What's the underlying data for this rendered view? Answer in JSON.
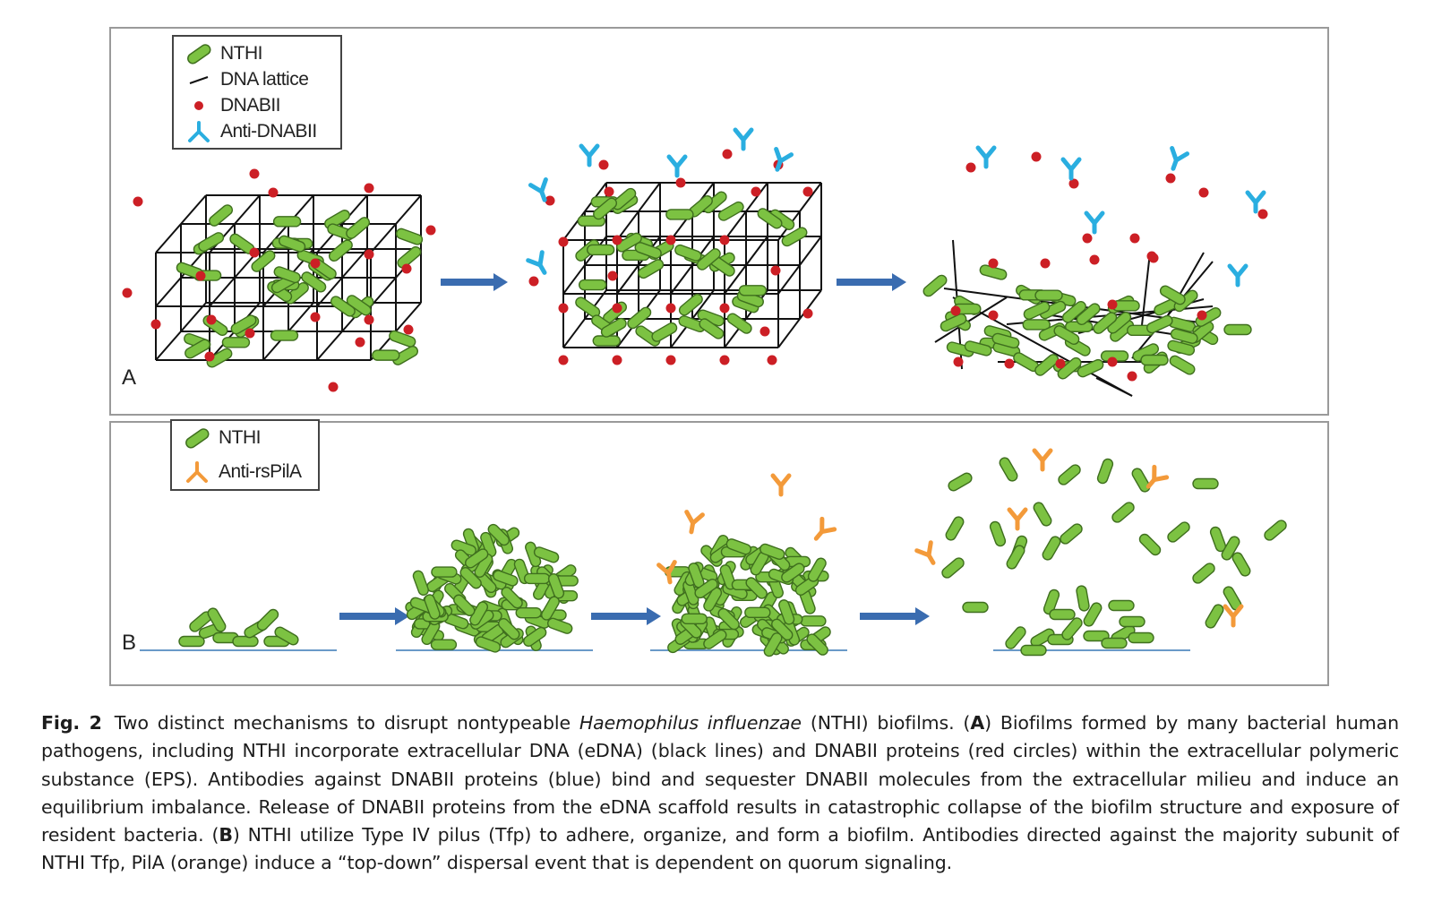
{
  "panel_a": {
    "letter": "A",
    "legend": [
      {
        "icon": "green-bacterium-icon",
        "label": "NTHI"
      },
      {
        "icon": "dna-line-icon",
        "label": "DNA lattice"
      },
      {
        "icon": "red-dot-icon",
        "label": "DNABII"
      },
      {
        "icon": "blue-antibody-icon",
        "label": "Anti-DNABII"
      }
    ]
  },
  "panel_b": {
    "letter": "B",
    "legend": [
      {
        "icon": "green-bacterium-icon",
        "label": "NTHI"
      },
      {
        "icon": "orange-antibody-icon",
        "label": "Anti-rsPilA"
      }
    ]
  },
  "colors": {
    "bacterium": "#7cc242",
    "bacterium_outline": "#3f6f1e",
    "dnabii": "#cc1f25",
    "anti_dnabii": "#2aaee0",
    "anti_rspila": "#f39a3a",
    "arrow": "#3a6cb0",
    "surface": "#6a9ac8"
  },
  "caption": {
    "fig_label": "Fig. 2",
    "p1": "Two distinct mechanisms to disrupt nontypeable ",
    "species": "Haemophilus influenzae",
    "p2": " (NTHI) biofilms. (",
    "a": "A",
    "p3": ") Biofilms formed by many bacterial human pathogens, including NTHI incorporate extracellular DNA (eDNA) (black lines) and DNABII proteins (red circles) within the extracellular polymeric substance (EPS). Antibodies against DNABII proteins (blue) bind and sequester DNABII molecules from the extracellular milieu and induce an equilibrium imbalance. Release of DNABII proteins from the eDNA scaffold results in catastrophic collapse of the biofilm structure and exposure of resident bacteria. (",
    "b": "B",
    "p4": ") NTHI utilize Type IV pilus (Tfp) to adhere, organize, and form a biofilm. Antibodies directed against the majority subunit of NTHI Tfp, PilA (orange) induce a “top-down” dispersal event that is dependent on quorum signaling."
  }
}
